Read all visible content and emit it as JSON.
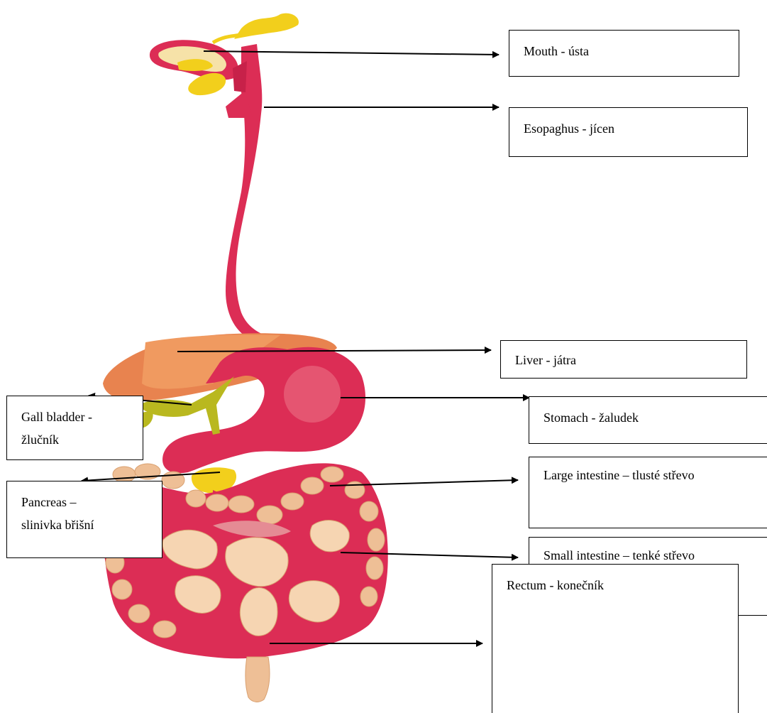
{
  "labels": {
    "mouth": "Mouth - ústa",
    "esophagus": "Esopaghus - jícen",
    "liver": "Liver - játra",
    "stomach": "Stomach - žaludek",
    "gall_bladder": [
      "Gall bladder -",
      "žlučník"
    ],
    "pancreas": [
      "Pancreas –",
      "slinivka břišní"
    ],
    "large_intestine": "Large intestine – tlusté střevo",
    "small_intestine": "Small intestine – tenké střevo",
    "rectum": "Rectum - konečník"
  },
  "colors": {
    "tract": "#dc2d55",
    "tract_dark": "#b8193e",
    "liver": "#e8834f",
    "liver_light": "#f09a60",
    "bile": "#b9b81f",
    "yellow": "#f2cf1c",
    "intestine_tan": "#eebf96",
    "intestine_light": "#f6d5b2",
    "intestine_pink": "#e58b94",
    "arrow": "#000000"
  }
}
